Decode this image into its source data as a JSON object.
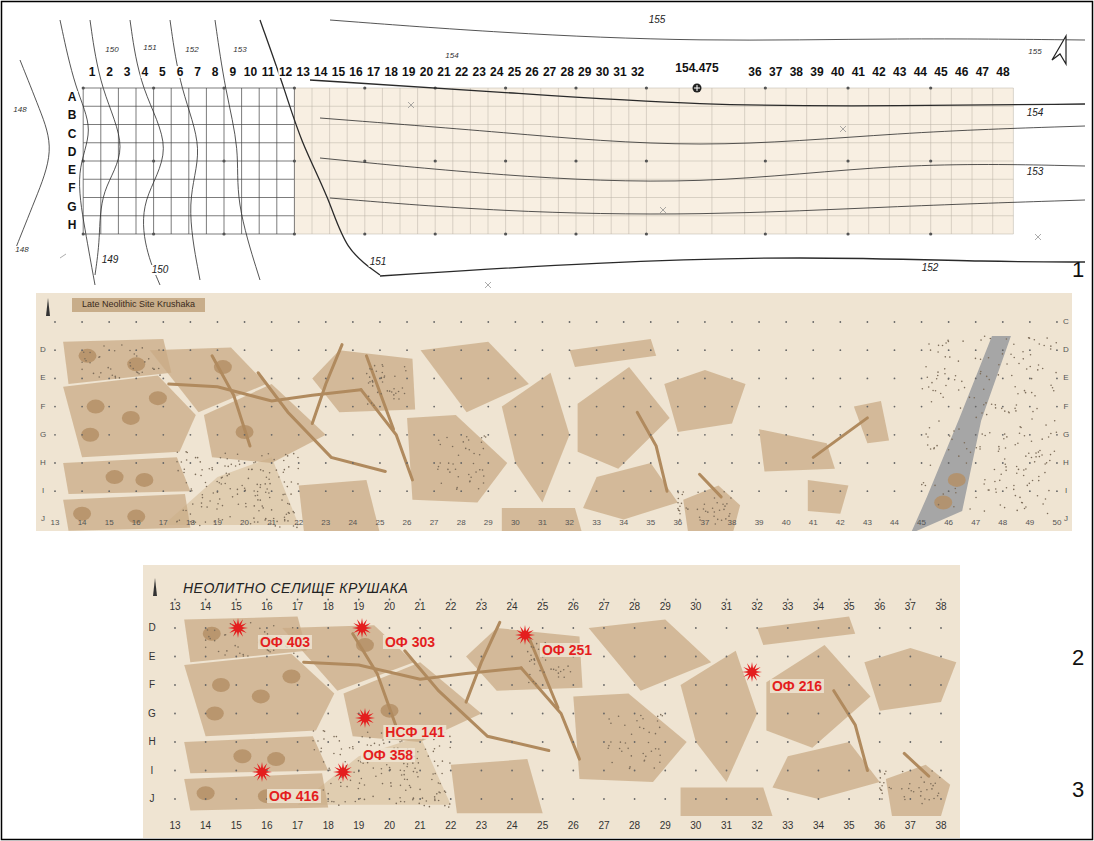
{
  "diagram": {
    "nodes": [
      {
        "text": [
          "Late Neolithic Site Krushaka"
        ]
      }
    ],
    "labels": [
      "1",
      "2",
      "3",
      "4",
      "5",
      "6",
      "7",
      "8",
      "9",
      "10",
      "11",
      "12",
      "13",
      "14",
      "15",
      "16",
      "17",
      "18",
      "19",
      "20",
      "21",
      "22",
      "23",
      "24",
      "25",
      "26",
      "27",
      "28",
      "29",
      "30",
      "31",
      "32",
      "154.475",
      "36",
      "37",
      "38",
      "39",
      "40",
      "41",
      "42",
      "43",
      "44",
      "45",
      "46",
      "47",
      "48",
      "A",
      "B",
      "C",
      "D",
      "E",
      "F",
      "G",
      "H",
      "155",
      "155",
      "154",
      "153",
      "152",
      "151",
      "150",
      "149",
      "148",
      "148",
      "150",
      "151",
      "152",
      "153",
      "154",
      "1",
      "D",
      "E",
      "F",
      "G",
      "H",
      "I",
      "J",
      "C",
      "D",
      "E",
      "F",
      "G",
      "H",
      "I",
      "J",
      "13",
      "14",
      "15",
      "16",
      "17",
      "18",
      "19",
      "20",
      "21",
      "22",
      "23",
      "24",
      "25",
      "26",
      "27",
      "28",
      "29",
      "30",
      "31",
      "32",
      "33",
      "34",
      "35",
      "36",
      "37",
      "38",
      "39",
      "40",
      "41",
      "42",
      "43",
      "44",
      "45",
      "46",
      "47",
      "48",
      "49",
      "50",
      "2",
      "НЕОЛИТНО СЕЛИЩЕ КРУШАКА",
      "13",
      "14",
      "15",
      "16",
      "17",
      "18",
      "19",
      "20",
      "21",
      "22",
      "23",
      "24",
      "25",
      "26",
      "27",
      "28",
      "29",
      "30",
      "31",
      "32",
      "33",
      "34",
      "35",
      "36",
      "37",
      "38",
      "13",
      "14",
      "15",
      "16",
      "17",
      "18",
      "19",
      "20",
      "21",
      "22",
      "23",
      "24",
      "25",
      "26",
      "27",
      "28",
      "29",
      "30",
      "31",
      "32",
      "33",
      "34",
      "35",
      "36",
      "37",
      "38",
      "D",
      "E",
      "F",
      "G",
      "H",
      "I",
      "J",
      "ОФ 403",
      "ОФ 303",
      "ОФ 251",
      "ОФ 216",
      "НСФ 141",
      "ОФ 358",
      "ОФ 416",
      "3"
    ]
  }
}
